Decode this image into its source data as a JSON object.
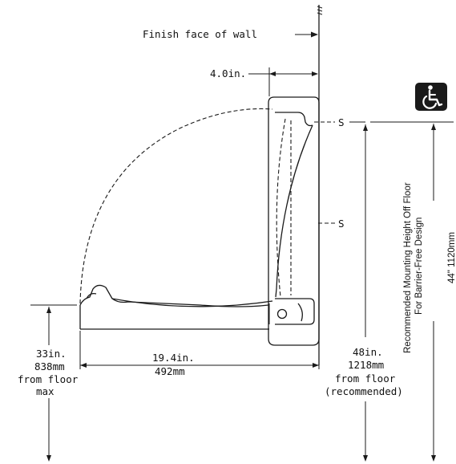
{
  "labels": {
    "wall": "Finish face of wall",
    "depth": "4.0in.",
    "s_top": "S",
    "s_mid": "S",
    "width_in": "19.4in.",
    "width_mm": "492mm",
    "max_in": "33in.",
    "max_mm": "838mm",
    "max_from": "from floor",
    "max_note": "max",
    "rec_in": "48in.",
    "rec_mm": "1218mm",
    "rec_from": "from floor",
    "rec_note": "(recommended)",
    "side_line1": "Recommended Mounting Height Off Floor",
    "side_line2": "For Barrier-Free Design",
    "height": "44\"   1120mm"
  },
  "icons": {
    "accessibility": "wheelchair-icon"
  },
  "colors": {
    "line": "#1a1a1a",
    "badge": "#1a1a1a"
  }
}
